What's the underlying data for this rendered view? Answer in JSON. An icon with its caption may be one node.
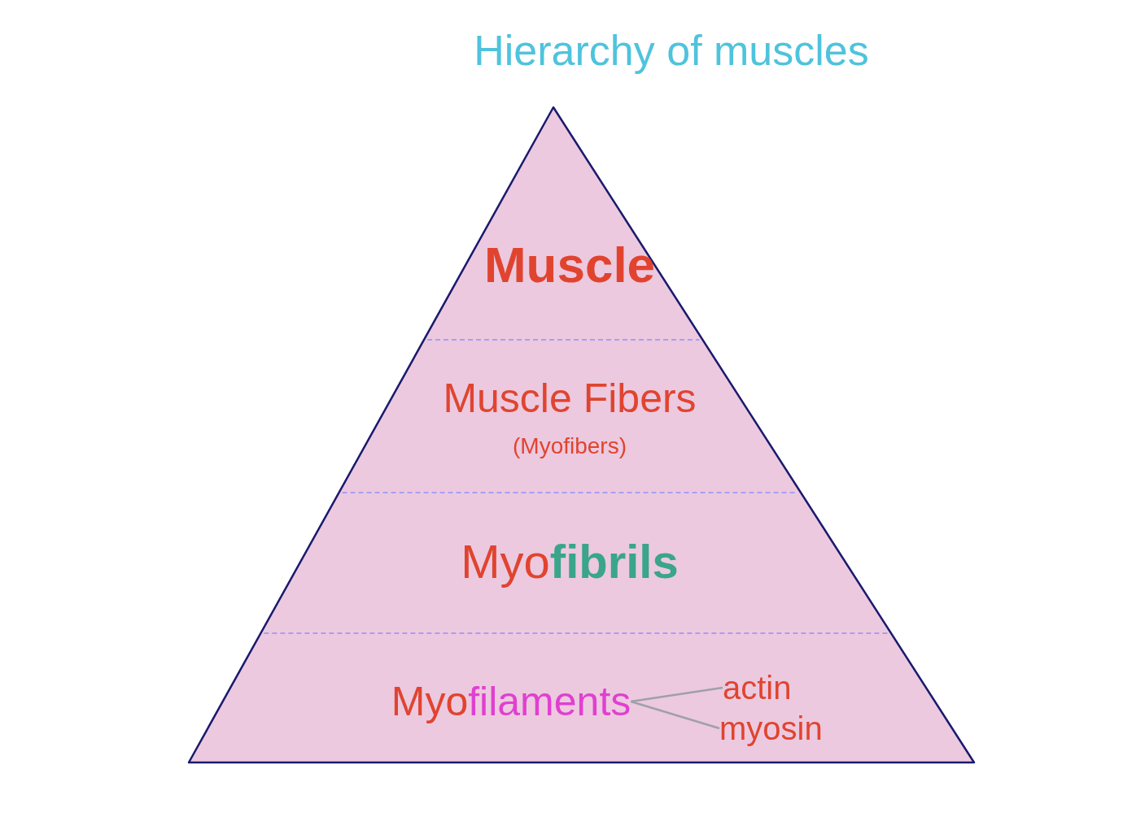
{
  "diagram": {
    "title": "Hierarchy of muscles",
    "nodes": [
      {
        "text": [
          "Muscle"
        ]
      },
      {
        "text": [
          "Muscle Fibers",
          "(Myofibers)"
        ]
      },
      {
        "text": [
          "Myo**fibrils**"
        ]
      },
      {
        "text": [
          "Myo**filaments**"
        ]
      },
      {
        "text": [
          "actin"
        ]
      },
      {
        "text": [
          "myosin"
        ]
      }
    ],
    "edges": [
      {
        "from": 3,
        "to": 4,
        "arrow": "none",
        "color": "#a0a0a8"
      },
      {
        "from": 3,
        "to": 5,
        "arrow": "none",
        "color": "#a0a0a8"
      }
    ]
  }
}
